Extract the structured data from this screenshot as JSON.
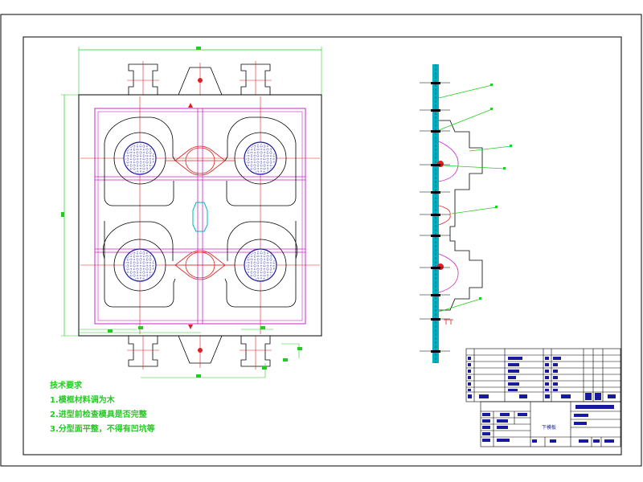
{
  "drawing": {
    "notes_title": "技术要求",
    "notes": [
      "1.模框材料调为木",
      "2.进型前检查模具是否完整",
      "3.分型面平整，不得有凹坑等"
    ],
    "part_name": "下模板",
    "colors": {
      "frame": "#000000",
      "dimension": "#22cc22",
      "centerline": "#e02020",
      "plate_outline": "#cc22cc",
      "cavity": "#1a1aa0",
      "core": "#00b0c0"
    },
    "icons": [
      "cross-grid-icon",
      "cutting-arrow-icon"
    ]
  }
}
